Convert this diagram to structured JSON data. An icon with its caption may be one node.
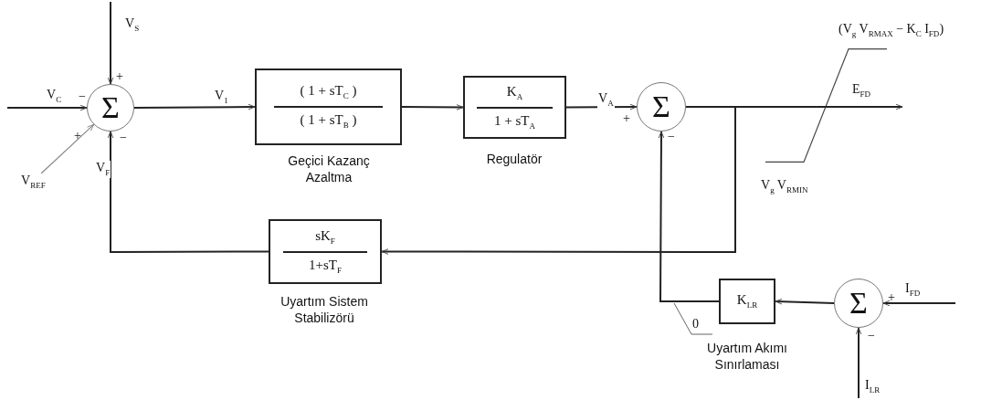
{
  "diagram": {
    "nodes": [
      {
        "text": [
          "Σ"
        ]
      },
      {
        "text": [
          "( 1 + sT$_{C}$ )",
          "( 1 + sT$_{B}$ )"
        ],
        "beside": [
          "Geçici Kazanç Azaltma"
        ]
      },
      {
        "text": [
          "K$_{A}$",
          "1 + sT$_{A}$"
        ],
        "beside": [
          "Regulatör"
        ]
      },
      {
        "text": [
          "Σ"
        ]
      },
      {
        "text": [
          "sK$_{F}$",
          "1+sT$_{F}$"
        ],
        "beside": [
          "Uyartım Sistem Stabilizörü"
        ]
      },
      {
        "text": [
          "K$_{LR}$"
        ],
        "beside": [
          "Uyartım Akımı Sınırlaması"
        ]
      },
      {
        "text": [
          "Σ"
        ]
      },
      {
        "text": [],
        "shape": "picture"
      }
    ],
    "edges": [
      {
        "from": null,
        "to": 0,
        "arrow": "to",
        "label": "V$_{S}$"
      },
      {
        "from": null,
        "to": 0,
        "arrow": "to",
        "label": "V$_{C}$"
      },
      {
        "from": null,
        "to": 0,
        "arrow": "to",
        "label": "V$_{REF}$",
        "color": "#888888"
      },
      {
        "from": 4,
        "to": 0,
        "arrow": "to",
        "label": "V$_{F}$"
      },
      {
        "from": 0,
        "to": 1,
        "arrow": "to",
        "label": "V$_{1}$"
      },
      {
        "from": 1,
        "to": 2,
        "arrow": "to"
      },
      {
        "from": 2,
        "to": 3,
        "arrow": "to",
        "label": "V$_{A}$"
      },
      {
        "from": 3,
        "to": 7,
        "arrow": "none"
      },
      {
        "from": 3,
        "to": 4,
        "arrow": "to"
      },
      {
        "from": 5,
        "to": 3,
        "arrow": "to"
      },
      {
        "from": 6,
        "to": 5,
        "arrow": "to"
      },
      {
        "from": null,
        "to": 6,
        "arrow": "to",
        "label": "I$_{FD}$"
      },
      {
        "from": null,
        "to": 6,
        "arrow": "to",
        "label": "I$_{LR}$"
      },
      {
        "from": 7,
        "to": null,
        "arrow": "to",
        "label": "E$_{FD}$"
      }
    ],
    "labels": [
      "(V$_{g}$ V$_{RMAX}$ − K$_{C}$ I$_{FD}$)",
      "+",
      "−",
      "+",
      "−",
      "+",
      "−",
      "V$_{g}$ V$_{RMIN}$",
      "+",
      "0",
      "−"
    ]
  }
}
